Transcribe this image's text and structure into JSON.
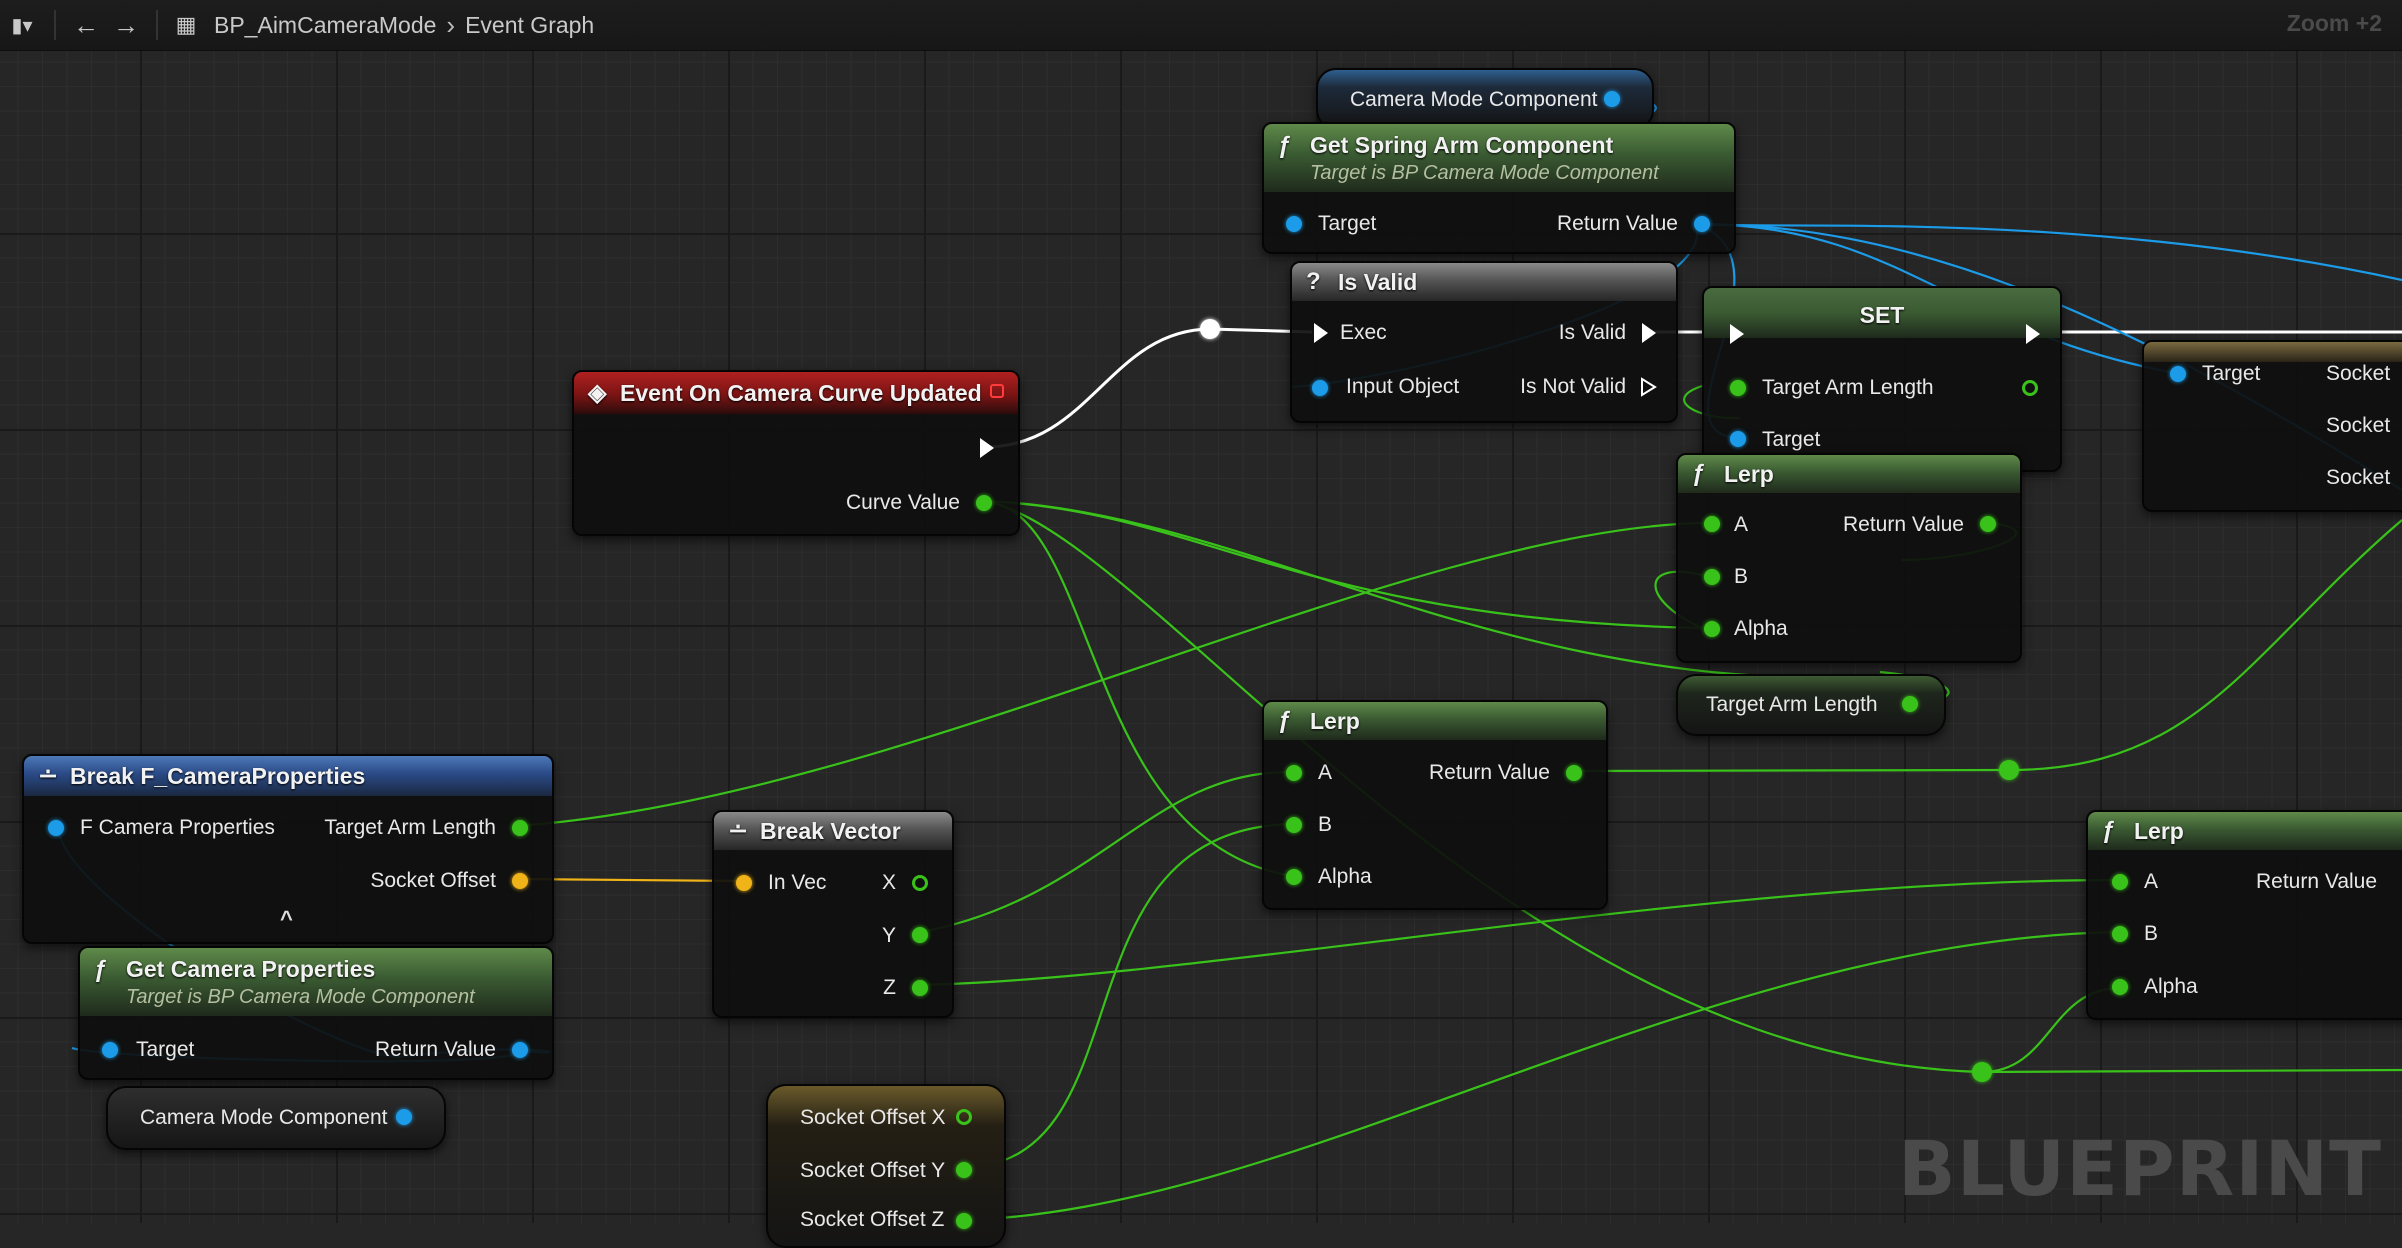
{
  "toolbar": {
    "breadcrumb_blueprint": "BP_AimCameraMode",
    "breadcrumb_graph": "Event Graph",
    "zoom": "Zoom +2"
  },
  "watermark": "BLUEPRINT",
  "nodes": {
    "camera_mode_component_top": {
      "label": "Camera Mode Component"
    },
    "get_spring_arm": {
      "title": "Get Spring Arm Component",
      "subtitle": "Target is BP Camera Mode Component",
      "pin_target": "Target",
      "pin_return": "Return Value"
    },
    "is_valid": {
      "title": "Is Valid",
      "pin_exec": "Exec",
      "pin_input": "Input Object",
      "pin_is_valid": "Is Valid",
      "pin_is_not_valid": "Is Not Valid"
    },
    "set": {
      "title": "SET",
      "pin_target_arm_length": "Target Arm Length",
      "pin_target": "Target"
    },
    "right_node": {
      "pin_target": "Target",
      "pin_socket_1": "Socket",
      "pin_socket_2": "Socket",
      "pin_socket_3": "Socket"
    },
    "event_curve": {
      "title": "Event On Camera Curve Updated",
      "pin_curve_value": "Curve Value"
    },
    "lerp_top": {
      "title": "Lerp",
      "pin_a": "A",
      "pin_b": "B",
      "pin_alpha": "Alpha",
      "pin_return": "Return Value"
    },
    "target_arm_length_var": {
      "label": "Target Arm Length"
    },
    "lerp_mid": {
      "title": "Lerp",
      "pin_a": "A",
      "pin_b": "B",
      "pin_alpha": "Alpha",
      "pin_return": "Return Value"
    },
    "lerp_right": {
      "title": "Lerp",
      "pin_a": "A",
      "pin_b": "B",
      "pin_alpha": "Alpha",
      "pin_return": "Return Value"
    },
    "break_camera_props": {
      "title": "Break F_CameraProperties",
      "pin_input": "F Camera Properties",
      "pin_target_arm_length": "Target Arm Length",
      "pin_socket_offset": "Socket Offset",
      "expand_glyph": "^"
    },
    "break_vector": {
      "title": "Break Vector",
      "pin_in": "In Vec",
      "pin_x": "X",
      "pin_y": "Y",
      "pin_z": "Z"
    },
    "get_camera_props": {
      "title": "Get Camera Properties",
      "subtitle": "Target is BP Camera Mode Component",
      "pin_target": "Target",
      "pin_return": "Return Value"
    },
    "camera_mode_component_bottom": {
      "label": "Camera Mode Component"
    },
    "socket_offset_vars": {
      "x": "Socket Offset X",
      "y": "Socket Offset Y",
      "z": "Socket Offset Z"
    }
  },
  "colors": {
    "float_pin": "#39c21a",
    "object_pin": "#1c9be8",
    "vector_pin": "#f0b418",
    "exec": "#ffffff"
  }
}
